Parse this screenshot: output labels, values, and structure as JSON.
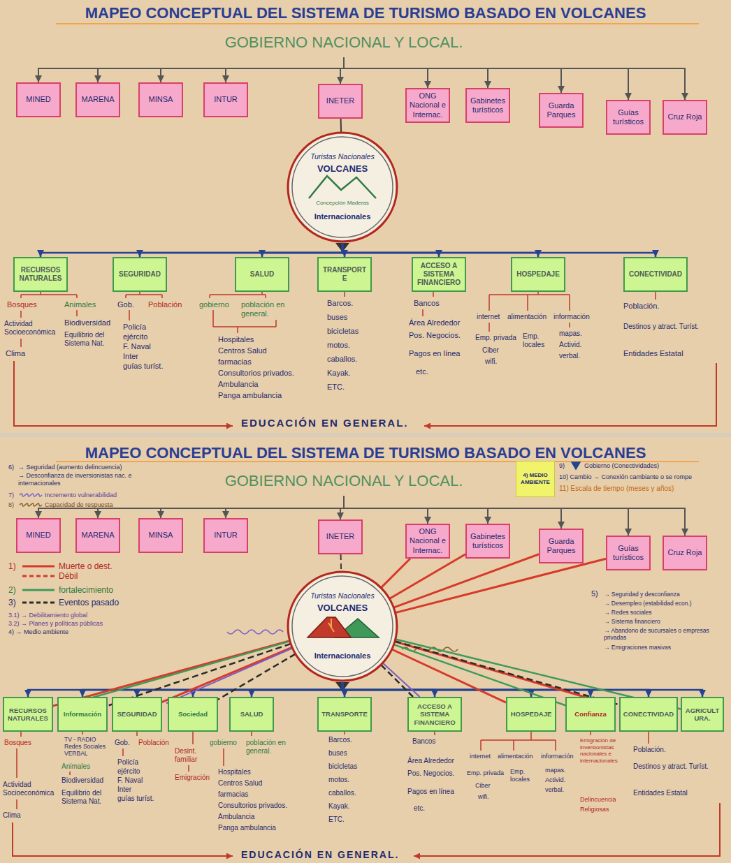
{
  "diagram": {
    "title": "MAPEO CONCEPTUAL DEL SISTEMA DE TURISMO BASADO EN VOLCANES",
    "nodes": [
      {
        "text": [
          "GOBIERNO NACIONAL Y LOCAL."
        ]
      },
      {
        "text": [
          "MINED"
        ]
      },
      {
        "text": [
          "MARENA"
        ]
      },
      {
        "text": [
          "MINSA"
        ]
      },
      {
        "text": [
          "INTUR"
        ]
      },
      {
        "text": [
          "INETER"
        ]
      },
      {
        "text": [
          "ONG Nacional e Internac."
        ]
      },
      {
        "text": [
          "Gabinetes turísticos"
        ]
      },
      {
        "text": [
          "Guarda Parques"
        ]
      },
      {
        "text": [
          "Guías turísticos"
        ]
      },
      {
        "text": [
          "Cruz Roja"
        ]
      },
      {
        "text": [
          "Turistas Nacionales",
          "VOLCANES",
          "Concepción Maderas",
          "Internacionales"
        ]
      },
      {
        "text": [
          "RECURSOS NATURALES"
        ]
      },
      {
        "text": [
          "SEGURIDAD"
        ]
      },
      {
        "text": [
          "SALUD"
        ]
      },
      {
        "text": [
          "TRANSPORTE"
        ]
      },
      {
        "text": [
          "ACCESO A SISTEMA FINANCIERO"
        ]
      },
      {
        "text": [
          "HOSPEDAJE"
        ]
      },
      {
        "text": [
          "CONECTIVIDAD"
        ]
      },
      {
        "text": [
          "GOBIERNO NACIONAL Y LOCAL."
        ]
      },
      {
        "text": [
          "MINED"
        ]
      },
      {
        "text": [
          "MARENA"
        ]
      },
      {
        "text": [
          "MINSA"
        ]
      },
      {
        "text": [
          "INTUR"
        ]
      },
      {
        "text": [
          "INETER"
        ]
      },
      {
        "text": [
          "ONG Nacional e Internac."
        ]
      },
      {
        "text": [
          "Gabinetes turísticos"
        ]
      },
      {
        "text": [
          "Guarda Parques"
        ]
      },
      {
        "text": [
          "Guías turísticos"
        ]
      },
      {
        "text": [
          "Cruz Roja"
        ]
      },
      {
        "text": [
          "Turistas Nacionales",
          "VOLCANES",
          "Internacionales"
        ]
      },
      {
        "text": [
          "4) MEDIO AMBIENTE"
        ]
      },
      {
        "text": [
          "RECURSOS NATURALES"
        ]
      },
      {
        "text": [
          "Información"
        ]
      },
      {
        "text": [
          "SEGURIDAD"
        ]
      },
      {
        "text": [
          "Sociedad"
        ]
      },
      {
        "text": [
          "SALUD"
        ]
      },
      {
        "text": [
          "TRANSPORTE"
        ]
      },
      {
        "text": [
          "ACCESO A SISTEMA FINANCIERO"
        ]
      },
      {
        "text": [
          "HOSPEDAJE"
        ]
      },
      {
        "text": [
          "Confianza"
        ]
      },
      {
        "text": [
          "CONECTIVIDAD"
        ]
      },
      {
        "text": [
          "AGRICULTURA."
        ]
      }
    ],
    "edges": [
      {
        "from": 0,
        "to": 1,
        "arrow": "to"
      },
      {
        "from": 0,
        "to": 2,
        "arrow": "to"
      },
      {
        "from": 0,
        "to": 3,
        "arrow": "to"
      },
      {
        "from": 0,
        "to": 4,
        "arrow": "to"
      },
      {
        "from": 0,
        "to": 5,
        "arrow": "to"
      },
      {
        "from": 0,
        "to": 6,
        "arrow": "to"
      },
      {
        "from": 0,
        "to": 7,
        "arrow": "to"
      },
      {
        "from": 0,
        "to": 8,
        "arrow": "to"
      },
      {
        "from": 0,
        "to": 9,
        "arrow": "to"
      },
      {
        "from": 0,
        "to": 10,
        "arrow": "to"
      },
      {
        "from": 5,
        "to": 11,
        "arrow": "none"
      },
      {
        "from": 11,
        "to": 12,
        "arrow": "to"
      },
      {
        "from": 11,
        "to": 13,
        "arrow": "to"
      },
      {
        "from": 11,
        "to": 14,
        "arrow": "to"
      },
      {
        "from": 11,
        "to": 15,
        "arrow": "to"
      },
      {
        "from": 11,
        "to": 16,
        "arrow": "to"
      },
      {
        "from": 11,
        "to": 17,
        "arrow": "to"
      },
      {
        "from": 11,
        "to": 18,
        "arrow": "to"
      },
      {
        "from": 19,
        "to": 20,
        "arrow": "to"
      },
      {
        "from": 19,
        "to": 21,
        "arrow": "to"
      },
      {
        "from": 19,
        "to": 22,
        "arrow": "to"
      },
      {
        "from": 19,
        "to": 23,
        "arrow": "to"
      },
      {
        "from": 19,
        "to": 24,
        "arrow": "to"
      },
      {
        "from": 19,
        "to": 25,
        "arrow": "to"
      },
      {
        "from": 19,
        "to": 26,
        "arrow": "to"
      },
      {
        "from": 19,
        "to": 27,
        "arrow": "to"
      },
      {
        "from": 19,
        "to": 28,
        "arrow": "to"
      },
      {
        "from": 19,
        "to": 29,
        "arrow": "to"
      },
      {
        "from": 24,
        "to": 30,
        "arrow": "none"
      },
      {
        "from": 30,
        "to": 32,
        "arrow": "to"
      },
      {
        "from": 30,
        "to": 33,
        "arrow": "to"
      },
      {
        "from": 30,
        "to": 34,
        "arrow": "to"
      },
      {
        "from": 30,
        "to": 35,
        "arrow": "to"
      },
      {
        "from": 30,
        "to": 36,
        "arrow": "to"
      },
      {
        "from": 30,
        "to": 37,
        "arrow": "to"
      },
      {
        "from": 30,
        "to": 38,
        "arrow": "to"
      },
      {
        "from": 30,
        "to": 39,
        "arrow": "to"
      },
      {
        "from": 30,
        "to": 40,
        "arrow": "to"
      },
      {
        "from": 30,
        "to": 41,
        "arrow": "to"
      },
      {
        "from": 30,
        "to": 42,
        "arrow": "to"
      },
      {
        "from": 30,
        "to": 25,
        "arrow": "none"
      },
      {
        "from": 30,
        "to": 26,
        "arrow": "none"
      },
      {
        "from": 30,
        "to": 27,
        "arrow": "none"
      },
      {
        "from": 30,
        "to": 28,
        "arrow": "none"
      },
      {
        "from": 30,
        "to": 32,
        "arrow": "none"
      },
      {
        "from": 30,
        "to": 34,
        "arrow": "none"
      },
      {
        "from": 30,
        "to": 39,
        "arrow": "none"
      },
      {
        "from": 30,
        "to": 41,
        "arrow": "none"
      },
      {
        "from": 30,
        "to": 32,
        "arrow": "none"
      },
      {
        "from": 30,
        "to": 40,
        "arrow": "none"
      },
      {
        "from": 30,
        "to": 42,
        "arrow": "none"
      },
      {
        "from": 30,
        "to": 33,
        "arrow": "none"
      },
      {
        "from": 30,
        "to": 35,
        "arrow": "none"
      },
      {
        "from": 30,
        "to": 38,
        "arrow": "none"
      },
      {
        "from": 30,
        "to": 41,
        "arrow": "none"
      },
      {
        "from": 30,
        "to": 34,
        "arrow": "none"
      },
      {
        "from": 30,
        "to": 38,
        "arrow": "none"
      }
    ],
    "labels": [
      "Bosques",
      "Animales",
      "Actividad Socioeconómica",
      "Biodiversidad",
      "Clima",
      "Equilibrio del Sistema Nat.",
      "Gob.",
      "Población",
      "Policía",
      "ejército",
      "F. Naval",
      "Inter",
      "guías turíst.",
      "gobierno",
      "población en general.",
      "Hospitales",
      "Centros Salud",
      "farmacias",
      "Consultorios privados.",
      "Ambulancia",
      "Panga ambulancia",
      "Barcos.",
      "buses",
      "bicicletas",
      "motos.",
      "caballos.",
      "Kayak.",
      "ETC.",
      "Bancos",
      "Área Alrededor",
      "Pos. Negocios.",
      "Pagos en línea",
      "etc.",
      "internet",
      "alimentación",
      "información",
      "Emp. privada",
      "Ciber",
      "wifi.",
      "Emp. locales",
      "mapas.",
      "Activid.",
      "verbal.",
      "Población.",
      "Destinos y atract. Turíst.",
      "Entidades Estatal",
      "EDUCACIÓN EN GENERAL.",
      "MAPEO CONCEPTUAL DEL SISTEMA DE TURISMO BASADO EN VOLCANES",
      "6)",
      "→ Seguridad (aumento delincuencia)",
      "→ Desconfianza de inversionistas nac. e internacionales",
      "7)",
      "8)",
      "9)",
      "10) Cambio → Conexión cambiante o se rompe",
      "11) Escala de tiempo (meses y años)",
      "1)",
      "2)",
      "3)",
      "3.1) → Debilitamiento global",
      "3.2) → Planes y políticas públicas",
      "4) → Medio ambiente",
      "5)",
      "→ Seguridad y desconfianza",
      "→ Desempleo (estabilidad econ.)",
      "→ Redes sociales",
      "→ Sistema financiero",
      "→ Abandono de sucursales o empresas privadas",
      "→ Emigraciones masivas",
      "Bosques",
      "TV - RADIO",
      "Redes Sociales",
      "VERBAL",
      "Animales",
      "Actividad Socioeconómica",
      "Biodiversidad",
      "Equilibrio del Sistema Nat.",
      "Clima",
      "Gob.",
      "Población",
      "Policía",
      "ejército",
      "F. Naval",
      "Inter",
      "guías turíst.",
      "Desint. familiar",
      "Emigración",
      "gobierno",
      "población en general.",
      "Hospitales",
      "Centros Salud",
      "farmacias",
      "Consultorios privados.",
      "Ambulancia",
      "Panga ambulancia",
      "Barcos.",
      "buses",
      "bicicletas",
      "motos.",
      "caballos.",
      "Kayak.",
      "ETC.",
      "Bancos",
      "Área Alrededor",
      "Pos. Negocios.",
      "Pagos en línea",
      "etc.",
      "internet",
      "alimentación",
      "información",
      "Emp. privada",
      "Ciber",
      "wifi.",
      "Emp. locales",
      "mapas.",
      "Activid.",
      "verbal.",
      "Emigración de inversionistas nacionales e internacionales",
      "Delincuencia",
      "Religiosas",
      "Población.",
      "Destinos y atract. Turíst.",
      "Entidades Estatal",
      "EDUCACIÓN EN GENERAL."
    ],
    "legend": [
      {
        "text": "Muerte o dest."
      },
      {
        "text": "Débil"
      },
      {
        "text": "fortalecimiento"
      },
      {
        "text": "Eventos pasado"
      },
      {
        "text": "Incremento vulnerabilidad"
      },
      {
        "text": "Capacidad de respuesta"
      },
      {
        "text": "Gobierno (Conectividades)"
      }
    ]
  }
}
